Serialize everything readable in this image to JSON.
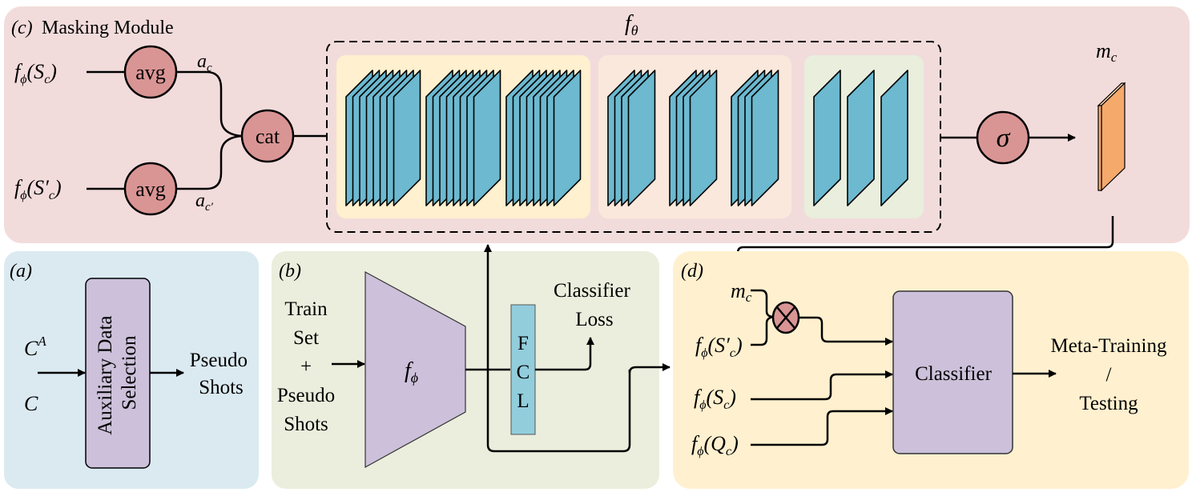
{
  "colors": {
    "panel_c_bg": "#f2dcdb",
    "panel_a_bg": "#dbeaf1",
    "panel_b_bg": "#ebeedd",
    "panel_d_bg": "#fff0cf",
    "group1_bg": "#fff0cf",
    "group2_bg": "#fbe8dc",
    "group3_bg": "#e9eedd",
    "node_fill": "#d99594",
    "plane_fill": "#6cb9d0",
    "mask_fill": "#f5a96b",
    "purple_fill": "#ccc0da",
    "fcl_fill": "#92cddc",
    "stroke": "#000000"
  },
  "panel_c": {
    "tag": "(c)",
    "title": "Masking Module",
    "input_top": {
      "f": "f",
      "sub": "ϕ",
      "arg": "(S",
      "argsub": "c",
      "close": ")"
    },
    "input_bottom": {
      "f": "f",
      "sub": "ϕ",
      "arg": "(S′",
      "argsub": "c",
      "close": ")"
    },
    "avg_label": "avg",
    "cat_label": "cat",
    "a_top": {
      "base": "a",
      "sub": "c"
    },
    "a_bottom": {
      "base": "a",
      "sub": "c′"
    },
    "f_theta": {
      "base": "f",
      "sub": "θ"
    },
    "sigma_label": "σ",
    "mask_label": {
      "base": "m",
      "sub": "c"
    },
    "layer_groups": [
      {
        "stacks": 3,
        "planes_per_stack": 8
      },
      {
        "stacks": 3,
        "planes_per_stack": 4
      },
      {
        "stacks": 3,
        "planes_per_stack": 1
      }
    ]
  },
  "panel_a": {
    "tag": "(a)",
    "input_top": {
      "base": "C",
      "sup": "A"
    },
    "input_bottom": "C",
    "box_line1": "Auxiliary Data",
    "box_line2": "Selection",
    "output_line1": "Pseudo",
    "output_line2": "Shots"
  },
  "panel_b": {
    "tag": "(b)",
    "input_lines": [
      "Train",
      "Set",
      "+",
      "Pseudo",
      "Shots"
    ],
    "encoder": {
      "base": "f",
      "sub": "ϕ"
    },
    "fcl_letters": [
      "F",
      "C",
      "L"
    ],
    "loss_line1": "Classifier",
    "loss_line2": "Loss"
  },
  "panel_d": {
    "tag": "(d)",
    "mask_input": {
      "base": "m",
      "sub": "c"
    },
    "inputs": [
      {
        "f": "f",
        "sub": "ϕ",
        "arg": "(S′",
        "argsub": "c",
        "close": ")"
      },
      {
        "f": "f",
        "sub": "ϕ",
        "arg": "(S",
        "argsub": "c",
        "close": ")"
      },
      {
        "f": "f",
        "sub": "ϕ",
        "arg": "(Q",
        "argsub": "c",
        "close": ")"
      }
    ],
    "classifier_label": "Classifier",
    "output_lines": [
      "Meta-Training",
      "/",
      "Testing"
    ]
  }
}
